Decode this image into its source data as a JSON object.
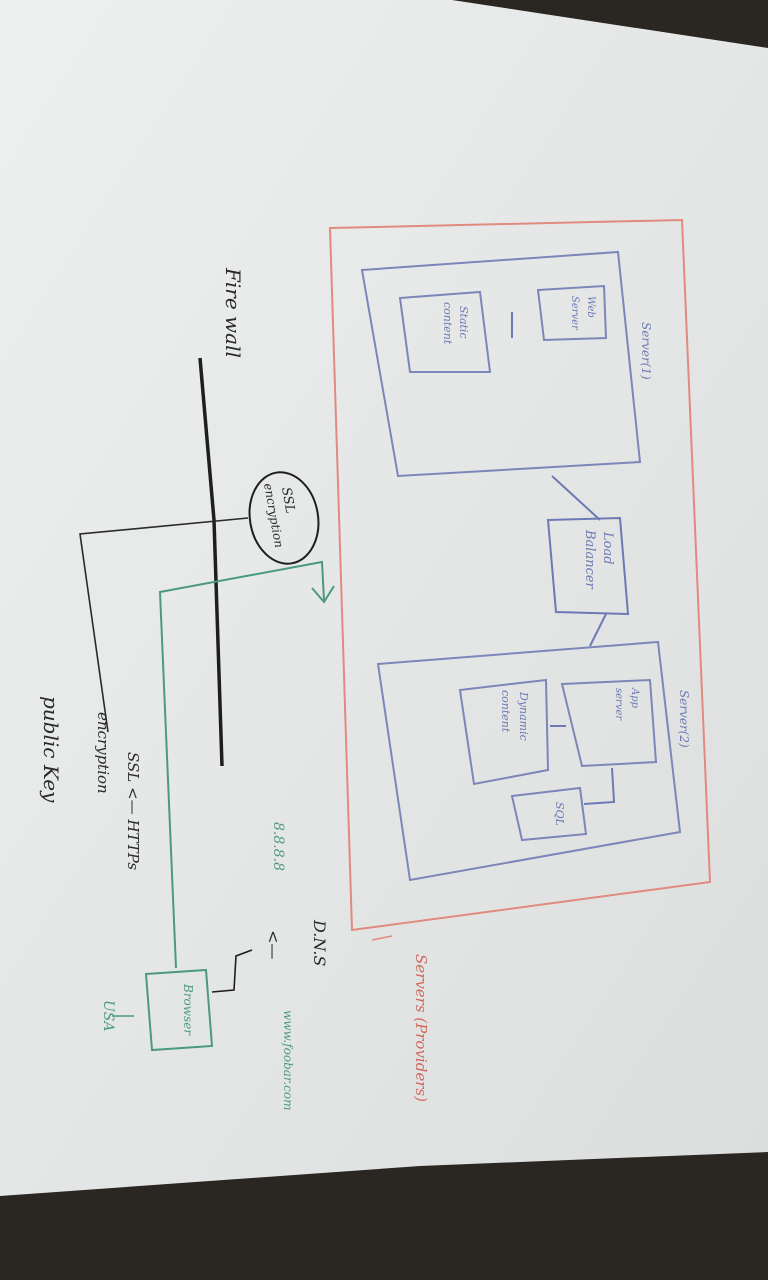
{
  "labels": {
    "firewall": "Fire wall",
    "ssl_encryption": [
      "SSL",
      "encryption"
    ],
    "load_balancer": [
      "Load",
      "Balancer"
    ],
    "server1": "Server(1)",
    "server2": "Server(2)",
    "web_server": [
      "Web",
      "Server"
    ],
    "static_content": [
      "Static",
      "content"
    ],
    "app_server": [
      "App",
      "server"
    ],
    "dynamic_content": [
      "Dynamic",
      "content"
    ],
    "sql": "SQL",
    "servers_note": "Servers (Providers)",
    "dns": "D.N.S",
    "dns_ip": "8.8.8.8",
    "domain": "www.foobar.com",
    "browser": "Browser",
    "user_location": "USA",
    "ssl_https": "SSL <— HTTPs",
    "encryption": "encryption",
    "public_key": "public Key"
  },
  "colors": {
    "paper": "#e9eaea",
    "background": "#2a2622",
    "outer_box": "#e08a80",
    "server_box": "#7d86b8",
    "ink_black": "#1e1e22",
    "ink_green": "#4c9a7c",
    "ink_blue": "#6c79b4"
  }
}
